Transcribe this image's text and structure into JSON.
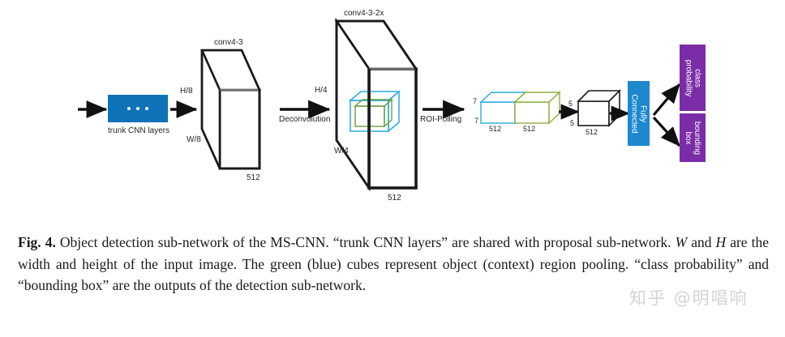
{
  "figure": {
    "trunk": {
      "label": "trunk CNN layers",
      "color": "#1072b8",
      "dots": 3
    },
    "blocks": [
      {
        "name": "conv4-3",
        "title": "conv4-3",
        "height_label": "H/8",
        "width_label": "W/8",
        "depth_label": "512"
      },
      {
        "name": "conv4-3-2x",
        "title": "conv4-3-2x",
        "height_label": "H/4",
        "width_label": "W/4",
        "depth_label": "512"
      }
    ],
    "arrows": [
      {
        "name": "input-arrow",
        "label": ""
      },
      {
        "name": "trunk-to-conv43-arrow",
        "label": ""
      },
      {
        "name": "deconvolution-arrow",
        "label": "Deconvolution"
      },
      {
        "name": "roi-polling-arrow",
        "label": "ROI-Polling"
      },
      {
        "name": "pool-to-fc-arrow",
        "label": ""
      },
      {
        "name": "fc-to-class-arrow",
        "label": ""
      },
      {
        "name": "fc-to-bbox-arrow",
        "label": ""
      }
    ],
    "region_cubes": {
      "context_color": "#29abe2",
      "object_color": "#5aa83c"
    },
    "roi_cubes": [
      {
        "name": "context-roi-cube",
        "h": "7",
        "w": "7",
        "depth": "512",
        "color": "#29abe2"
      },
      {
        "name": "object-roi-cube",
        "depth": "512",
        "color": "#8aa83c"
      }
    ],
    "pooled_cube": {
      "name": "pooled-cube",
      "h": "5",
      "w": "5",
      "depth": "512"
    },
    "fully_connected": {
      "label": "Fully\nConnected",
      "line1": "Fully",
      "line2": "Connected",
      "color": "#1e88cf"
    },
    "outputs": [
      {
        "name": "class-probability",
        "line1": "class",
        "line2": "probability",
        "color": "#7a2da6"
      },
      {
        "name": "bounding-box",
        "line1": "bounding",
        "line2": "box",
        "color": "#7a2da6"
      }
    ]
  },
  "caption": {
    "figure_number": "Fig. 4.",
    "text": " Object detection sub-network of the MS-CNN. “trunk CNN layers” are shared with proposal sub-network. ",
    "var_w": "W",
    "text2": " and ",
    "var_h": "H",
    "text3": " are the width and height of the input image. The green (blue) cubes represent object (context) region pooling. “class probability” and “bounding box” are the outputs of the detection sub-network."
  },
  "watermark": {
    "text": "知乎 @明唱响"
  }
}
